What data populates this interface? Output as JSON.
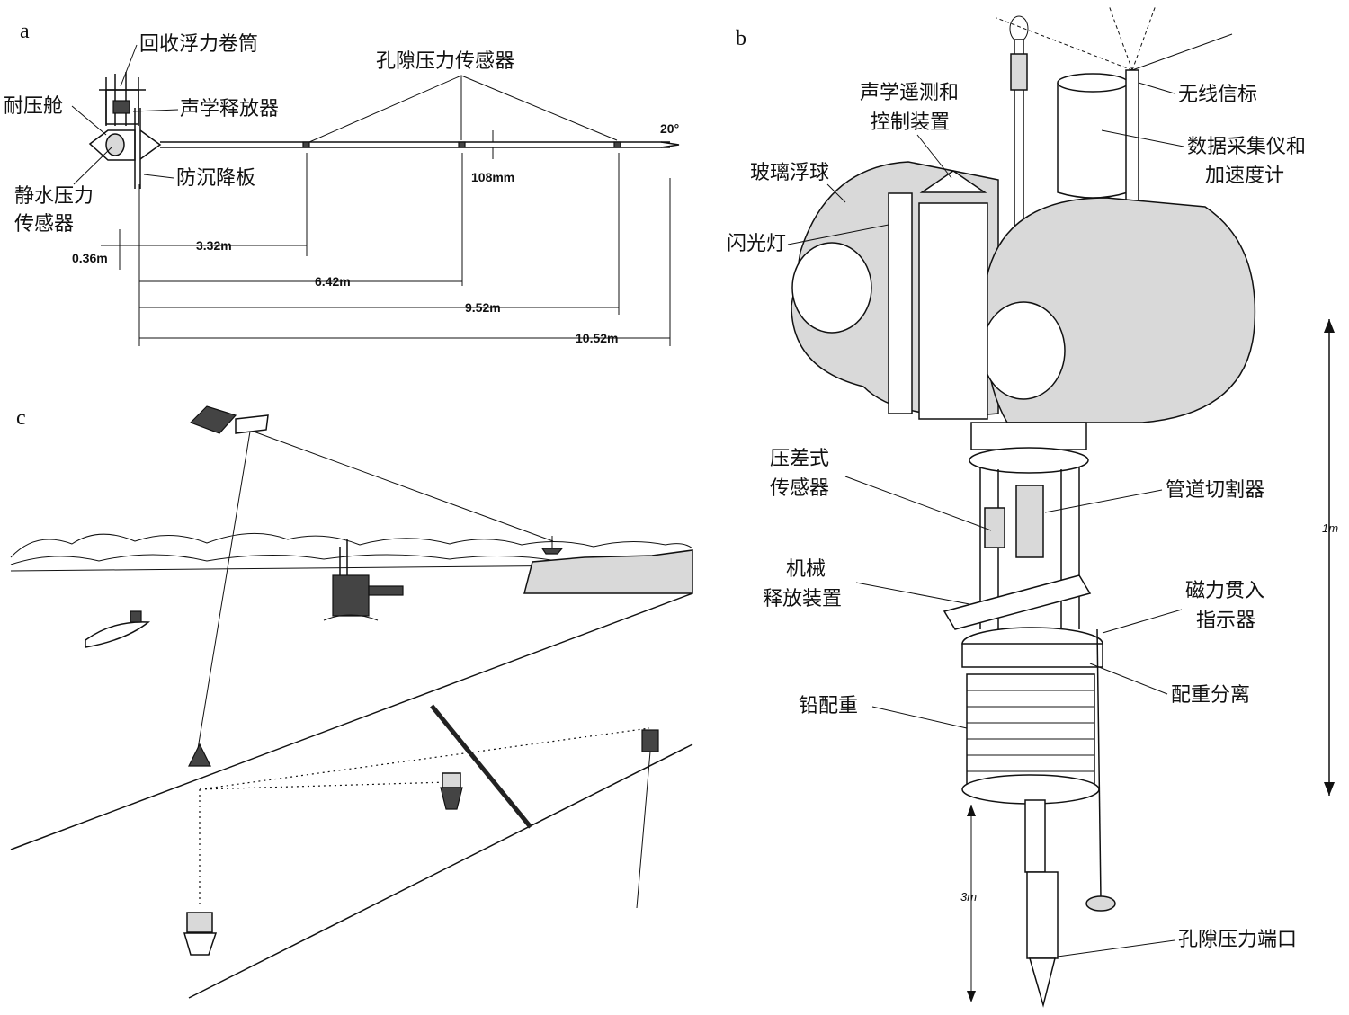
{
  "panels": {
    "a": "a",
    "b": "b",
    "c": "c"
  },
  "panel_a": {
    "labels": {
      "recovery_float": "回收浮力卷筒",
      "pressure_housing": "耐压舱",
      "acoustic_release": "声学释放器",
      "anti_sink_plate": "防沉降板",
      "hydrostatic_sensor_1": "静水压力",
      "hydrostatic_sensor_2": "传感器",
      "pore_pressure_sensor": "孔隙压力传感器"
    },
    "dimensions": {
      "angle": "20°",
      "diameter": "108mm",
      "d1": "0.36m",
      "d2": "3.32m",
      "d3": "6.42m",
      "d4": "9.52m",
      "d5": "10.52m"
    }
  },
  "panel_b": {
    "labels": {
      "acoustic_telemetry_1": "声学遥测和",
      "acoustic_telemetry_2": "控制装置",
      "radio_beacon": "无线信标",
      "data_logger_1": "数据采集仪和",
      "data_logger_2": "加速度计",
      "glass_float": "玻璃浮球",
      "flash_light": "闪光灯",
      "diff_pressure_1": "压差式",
      "diff_pressure_2": "传感器",
      "pipe_cutter": "管道切割器",
      "mech_release_1": "机械",
      "mech_release_2": "释放装置",
      "magnetic_1": "磁力贯入",
      "magnetic_2": "指示器",
      "weight_separation": "配重分离",
      "lead_weight": "铅配重",
      "pore_port": "孔隙压力端口"
    },
    "scales": {
      "upper": "1m",
      "lower": "3m"
    }
  }
}
